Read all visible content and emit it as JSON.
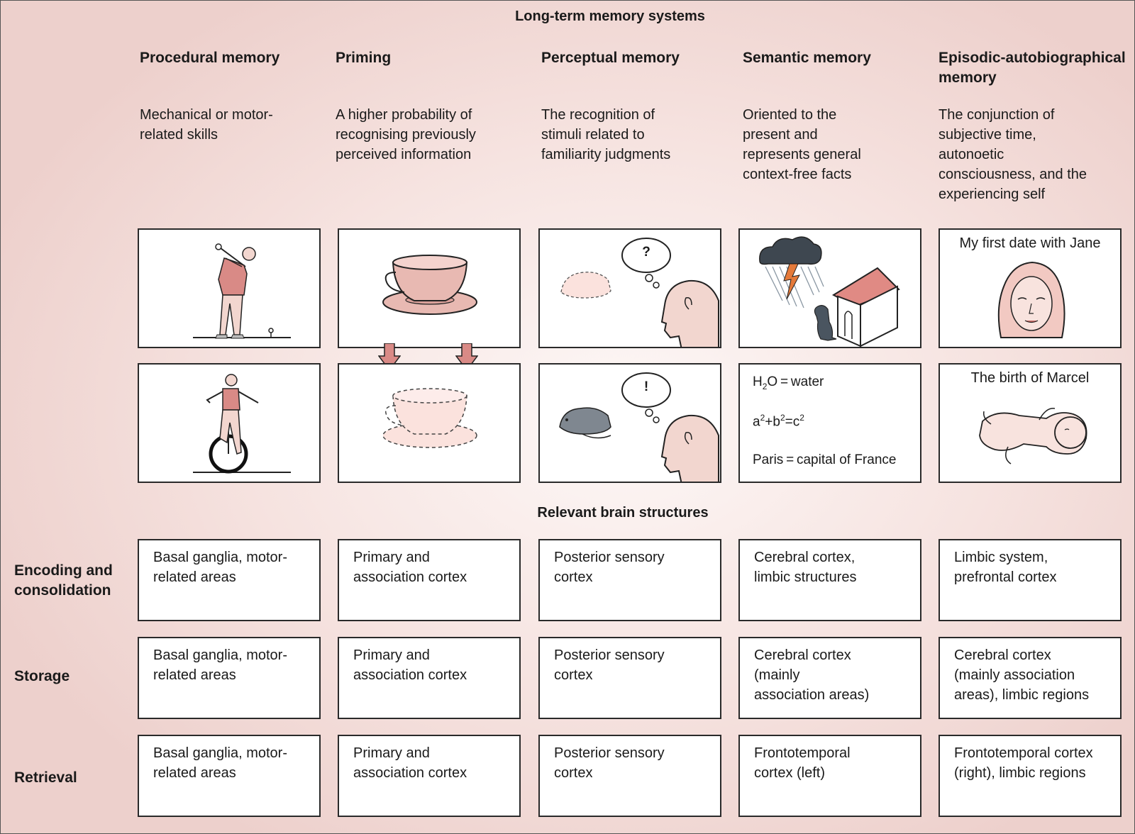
{
  "title": "Long-term memory systems",
  "columns": [
    {
      "heading": "Procedural memory",
      "description": "Mechanical or motor-related skills"
    },
    {
      "heading": "Priming",
      "description": "A higher probability of recognising previously perceived information"
    },
    {
      "heading": "Perceptual memory",
      "description": "The recognition of stimuli related to familiarity judgments"
    },
    {
      "heading": "Semantic memory",
      "description": "Oriented to the present and represents general context-free facts"
    },
    {
      "heading": "Episodic-autobiographical memory",
      "description": "The conjunction of subjective time, autonoetic consciousness, and the experiencing self"
    }
  ],
  "illustrations": {
    "episodic_caption_1": "My first date with Jane",
    "episodic_caption_2": "The birth of Marcel",
    "perceptual_q": "?",
    "perceptual_excl": "!",
    "semantic_facts": {
      "h2o_a": "H",
      "h2o_sub": "2",
      "h2o_b": "O = water",
      "pyth_a": "a",
      "pyth_sup1": "2",
      "pyth_b": "+b",
      "pyth_sup2": "2",
      "pyth_c": "=c",
      "pyth_sup3": "2",
      "paris": "Paris = capital of France"
    }
  },
  "brain_structures_title": "Relevant brain structures",
  "rows": [
    {
      "label": "Encoding and consolidation",
      "cells": [
        "Basal ganglia, motor-related areas",
        "Primary and association cortex",
        "Posterior sensory cortex",
        "Cerebral cortex, limbic structures",
        "Limbic system, prefrontal cortex"
      ]
    },
    {
      "label": "Storage",
      "cells": [
        "Basal ganglia, motor-related areas",
        "Primary and association cortex",
        "Posterior sensory cortex",
        "Cerebral cortex (mainly association areas)",
        "Cerebral cortex (mainly association areas), limbic regions"
      ]
    },
    {
      "label": "Retrieval",
      "cells": [
        "Basal ganglia, motor-related areas",
        "Primary and association cortex",
        "Posterior sensory cortex",
        "Frontotemporal cortex (left)",
        "Frontotemporal cortex (right), limbic regions"
      ]
    }
  ],
  "colors": {
    "accent": "#d98a86",
    "accent_dark": "#b34a46",
    "skin": "#f2d6cf",
    "cup": "#e8b9b2",
    "cup_light": "#fbe2dd",
    "border": "#2a2a2a"
  }
}
